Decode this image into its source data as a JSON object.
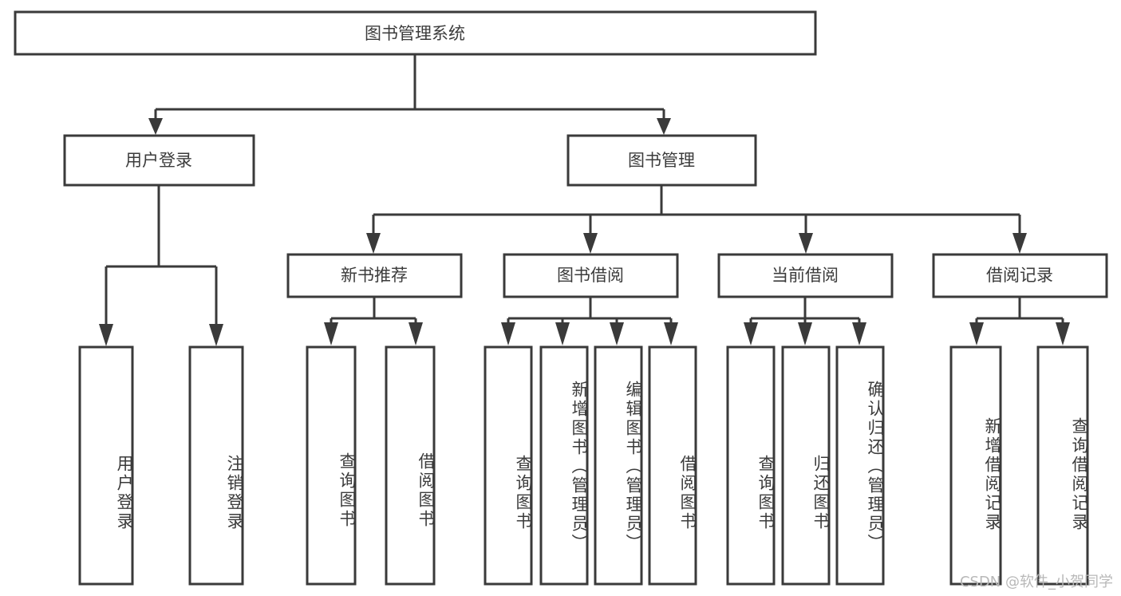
{
  "diagram": {
    "title": "图书管理系统",
    "type": "hierarchy-tree",
    "watermark": "CSDN @软件_小贺同学",
    "colors": {
      "box_stroke": "#3a3a3a",
      "box_fill": "#ffffff",
      "text": "#3b3b3b",
      "connector": "#3a3a3a",
      "background": "#ffffff",
      "watermark_text": "#b8b8b8"
    },
    "root": {
      "id": "root",
      "label": "图书管理系统"
    },
    "level2": [
      {
        "id": "user-login",
        "label": "用户登录"
      },
      {
        "id": "book-management",
        "label": "图书管理"
      }
    ],
    "level3": [
      {
        "id": "new-book-recommend",
        "label": "新书推荐",
        "parent": "book-management"
      },
      {
        "id": "book-borrow",
        "label": "图书借阅",
        "parent": "book-management"
      },
      {
        "id": "current-borrow",
        "label": "当前借阅",
        "parent": "book-management"
      },
      {
        "id": "borrow-record",
        "label": "借阅记录",
        "parent": "book-management"
      }
    ],
    "leaves": [
      {
        "id": "leaf-user-login",
        "label": "用户登录",
        "parent": "user-login"
      },
      {
        "id": "leaf-logout-login",
        "label": "注销登录",
        "parent": "user-login"
      },
      {
        "id": "leaf-query-book-1",
        "label": "查询图书",
        "parent": "new-book-recommend"
      },
      {
        "id": "leaf-borrow-book-1",
        "label": "借阅图书",
        "parent": "new-book-recommend"
      },
      {
        "id": "leaf-query-book-2",
        "label": "查询图书",
        "parent": "book-borrow"
      },
      {
        "id": "leaf-add-book",
        "label": "新增图书（管理员）",
        "parent": "book-borrow"
      },
      {
        "id": "leaf-edit-book",
        "label": "编辑图书（管理员）",
        "parent": "book-borrow"
      },
      {
        "id": "leaf-borrow-book-2",
        "label": "借阅图书",
        "parent": "book-borrow"
      },
      {
        "id": "leaf-query-book-3",
        "label": "查询图书",
        "parent": "current-borrow"
      },
      {
        "id": "leaf-return-book",
        "label": "归还图书",
        "parent": "current-borrow"
      },
      {
        "id": "leaf-confirm-return",
        "label": "确认归还（管理员）",
        "parent": "current-borrow"
      },
      {
        "id": "leaf-add-record",
        "label": "新增借阅记录",
        "parent": "borrow-record"
      },
      {
        "id": "leaf-query-record",
        "label": "查询借阅记录",
        "parent": "borrow-record"
      }
    ]
  }
}
